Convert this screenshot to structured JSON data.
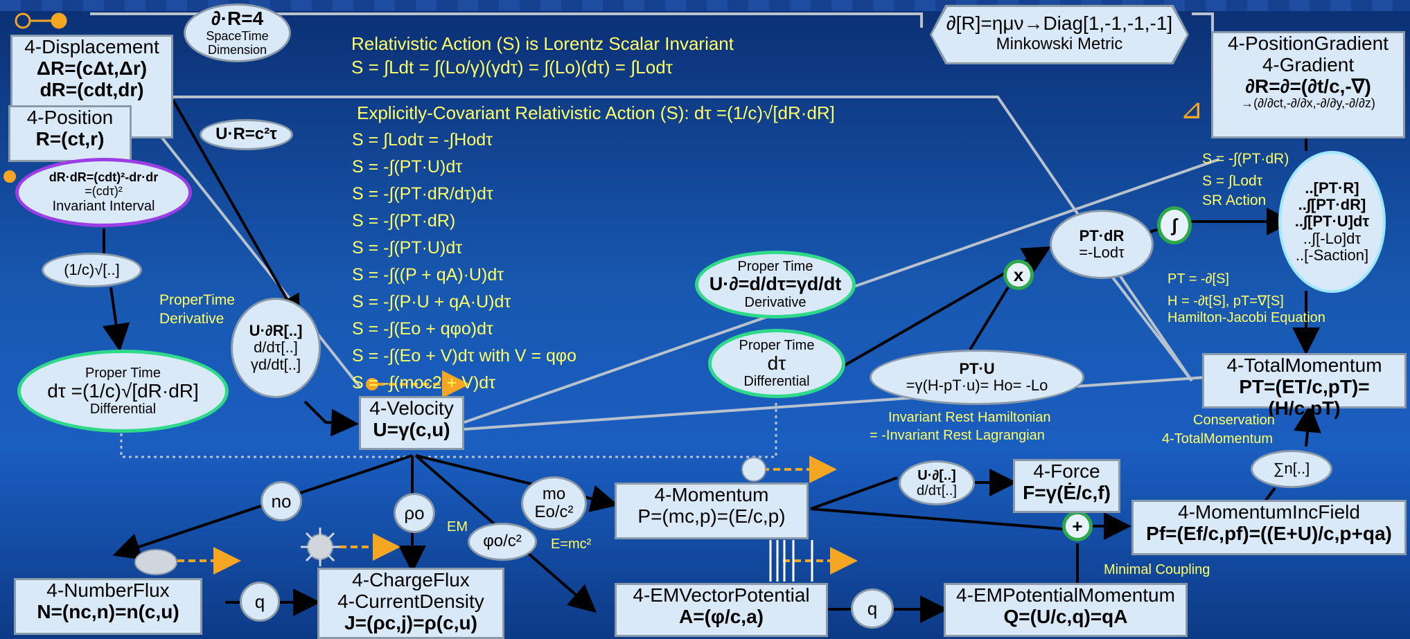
{
  "top_bubble": {
    "line1": "∂·R=4",
    "line2": "SpaceTime",
    "line3": "Dimension"
  },
  "minkowski": {
    "line1": "∂[R]=ημν→Diag[1,-1,-1,-1]",
    "line2": "Minkowski Metric"
  },
  "header": {
    "title1": "Relativistic Action (S) is Lorentz Scalar Invariant",
    "eq1": "S = ∫Ldt = ∫(Lo/γ)(γdτ) = ∫(Lo)(dτ) = ∫Lodτ",
    "title2": "Explicitly-Covariant Relativistic Action (S):  dτ =(1/c)√[dR·dR]"
  },
  "action_lines": [
    "S = ∫Lodτ = -∫Hodτ",
    "S = -∫(PT·U)dτ",
    "S = -∫(PT·dR/dτ)dτ",
    "S = -∫(PT·dR)",
    "S = -∫(PT·U)dτ",
    "S = -∫((P + qA)·U)dτ",
    "S = -∫(P·U + qA·U)dτ",
    "S = -∫(Eo + qφo)dτ",
    "S = -∫(Eo + V)dτ   with V = qφo",
    "S = -∫(moc2 + V)dτ"
  ],
  "boxes": {
    "displacement": {
      "title": "4-Displacement",
      "l1": "ΔR=(cΔt,Δr)",
      "l2": "dR=(cdt,dr)"
    },
    "position": {
      "title": "4-Position",
      "l1": "R=(ct,r)"
    },
    "position_gradient": {
      "title": "4-PositionGradient",
      "l1": "4-Gradient",
      "l2": "∂R=∂=(∂t/c,-∇)",
      "l3": "→(∂/∂ct,-∂/∂x,-∂/∂y,-∂/∂z)"
    },
    "velocity": {
      "title": "4-Velocity",
      "l1": "U=γ(c,u)"
    },
    "total_momentum": {
      "title": "4-TotalMomentum",
      "l1": "PT=(ET/c,pT)=(H/c,pT)"
    },
    "momentum": {
      "title": "4-Momentum",
      "l1": "P=(mc,p)=(E/c,p)"
    },
    "force": {
      "title": "4-Force",
      "l1": "F=γ(Ė/c,f)"
    },
    "momentum_inc_field": {
      "title": "4-MomentumIncField",
      "l1": "Pf=(Ef/c,pf)=((E+U)/c,p+qa)"
    },
    "number_flux": {
      "title": "4-NumberFlux",
      "l1": "N=(nc,n)=n(c,u)"
    },
    "charge_flux": {
      "title": "4-ChargeFlux",
      "l2": "4-CurrentDensity",
      "l1": "J=(ρc,j)=ρ(c,u)"
    },
    "em_vector_potential": {
      "title": "4-EMVectorPotential",
      "l1": "A=(φ/c,a)"
    },
    "em_potential_momentum": {
      "title": "4-EMPotentialMomentum",
      "l1": "Q=(U/c,q)=qA"
    }
  },
  "ellipses": {
    "ur": "U·R=c²τ",
    "interval": {
      "l1": "dR·dR=(cdt)²-dr·dr",
      "l2": "=(cdτ)²",
      "l3": "Invariant Interval"
    },
    "sqrt": "(1/c)√[..]",
    "proper_time_diff": {
      "l1": "Proper Time",
      "l2": "dτ =(1/c)√[dR·dR]",
      "l3": "Differential"
    },
    "derivs": {
      "l1": "U·∂R[..]",
      "l2": "d/dτ[..]",
      "l3": "γd/dt[..]"
    },
    "proper_time_deriv": {
      "l1": "Proper Time",
      "l2": "U·∂=d/dτ=γd/dt",
      "l3": "Derivative"
    },
    "proper_time_dtau": {
      "l1": "Proper Time",
      "l2": "dτ",
      "l3": "Differential"
    },
    "ptu": {
      "l1": "PT·U",
      "l2": "=γ(H-pT·u)= Ho= -Lo"
    },
    "ptdr": {
      "l1": "PT·dR",
      "l2": "=-Lodτ"
    },
    "integral_results": {
      "l1": "..[PT·R]",
      "l2": "..∫[PT·dR]",
      "l3": "..∫[PT·U]dτ",
      "l4": "..∫[-Lo]dτ",
      "l5": "..[-Saction]"
    },
    "n0": "no",
    "rho0": "ρo",
    "m0": {
      "l1": "mo",
      "l2": "Eo/c²"
    },
    "phi0": "φo/c²",
    "q1": "q",
    "q2": "q",
    "ud": {
      "l1": "U·∂[..]",
      "l2": "d/dτ[..]"
    },
    "sum": "∑n[..]"
  },
  "labels": {
    "propertime_derivative": "ProperTime\nDerivative",
    "sr_action1": "S = -∫(PT·dR)",
    "sr_action2": "S = ∫Lodτ",
    "sr_action3": "SR Action",
    "hj1": "PT = -∂[S]",
    "hj2": "H = -∂t[S], pT=∇[S]",
    "hj3": "Hamilton-Jacobi Equation",
    "irh1": "Invariant Rest Hamiltonian",
    "irh2": "= -Invariant Rest Lagrangian",
    "conservation1": "Conservation",
    "conservation2": "4-TotalMomentum",
    "minimal_coupling": "Minimal Coupling",
    "em": "EM",
    "emc2": "E=mc²",
    "integral_symbol": "∫",
    "times_symbol": "x",
    "plus_symbol": "+",
    "triangle": "⊿"
  },
  "colors": {
    "red": "#ff1a1a",
    "blue": "#1a3cff",
    "yellow": "#ffff66",
    "box_bg": "#d9e9f7",
    "orange": "#f5a623",
    "green": "#2fd98a",
    "purple": "#9b3ee6"
  }
}
